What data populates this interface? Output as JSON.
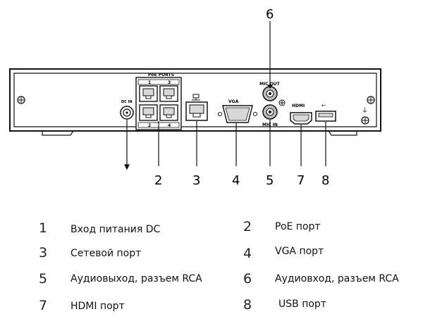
{
  "panel": {
    "poe_ports_label": "PoE PORTS",
    "poe_top_numbers": [
      "1",
      "3"
    ],
    "poe_bottom_numbers": [
      "2",
      "4"
    ],
    "dc_label": "DC IN",
    "vga_label": "VGA",
    "mic_out_label": "MIC OUT",
    "mic_in_label": "MIC IN",
    "hdmi_label": "HDMI",
    "usb_symbol": "⭠",
    "ground_symbol": "⏚"
  },
  "callouts": {
    "top": "6",
    "bottom": [
      "2",
      "3",
      "4",
      "5",
      "7",
      "8"
    ]
  },
  "legend": [
    {
      "num": "1",
      "text": "Вход питания DC"
    },
    {
      "num": "2",
      "text": "PoE порт"
    },
    {
      "num": "3",
      "text": "Сетевой порт"
    },
    {
      "num": "4",
      "text": "VGA порт"
    },
    {
      "num": "5",
      "text": "Аудиовыход, разъем RCA"
    },
    {
      "num": "6",
      "text": "Аудиовход, разъем RCA"
    },
    {
      "num": "7",
      "text": "HDMI порт"
    },
    {
      "num": "8",
      "text": "USB порт"
    }
  ]
}
